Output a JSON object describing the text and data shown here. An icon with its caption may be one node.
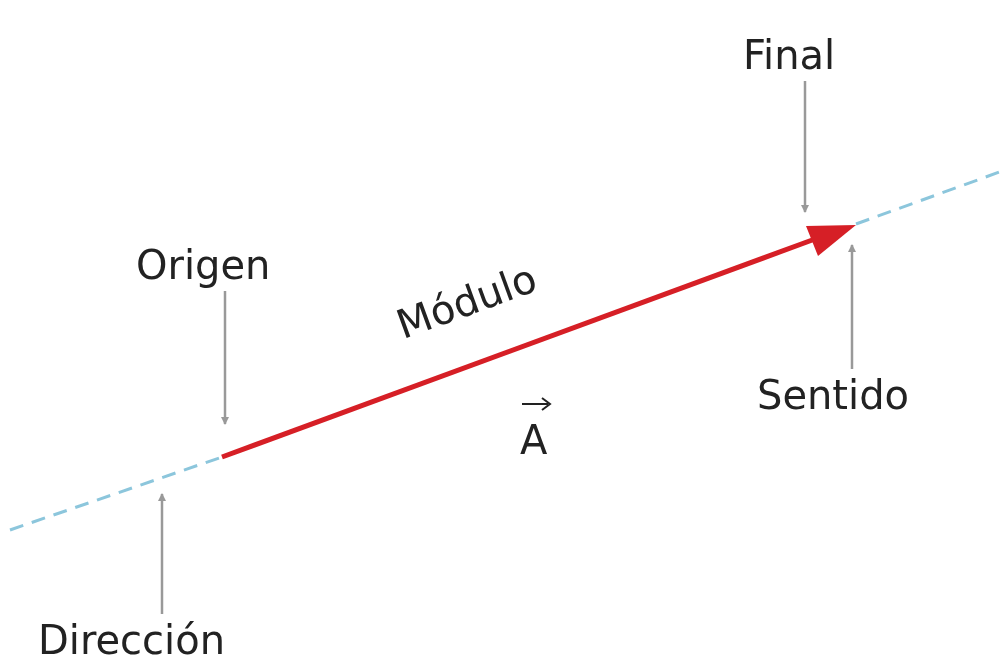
{
  "diagram": {
    "nodes": [
      {
        "text": [
          "Final"
        ]
      },
      {
        "text": [
          "Origen"
        ]
      },
      {
        "text": [
          "Sentido"
        ]
      },
      {
        "text": [
          "Dirección"
        ]
      }
    ],
    "edges": [
      {
        "from": 0,
        "to": null,
        "arrow": "to"
      },
      {
        "from": 1,
        "to": null,
        "arrow": "to"
      },
      {
        "from": 2,
        "to": null,
        "arrow": "to"
      },
      {
        "from": 3,
        "to": null,
        "arrow": "to"
      }
    ],
    "labels": [
      "Módulo",
      "A"
    ]
  }
}
